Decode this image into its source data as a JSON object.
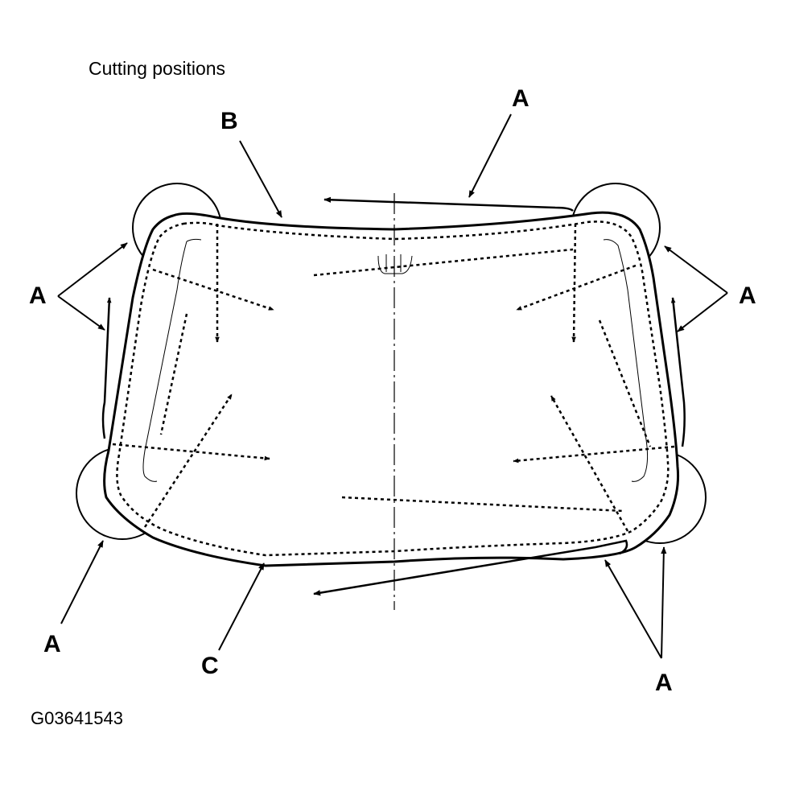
{
  "title": "Cutting positions",
  "figure_id": "G03641543",
  "labels": {
    "a": "A",
    "b": "B",
    "c": "C"
  },
  "colors": {
    "ink": "#000000",
    "background": "#ffffff"
  }
}
